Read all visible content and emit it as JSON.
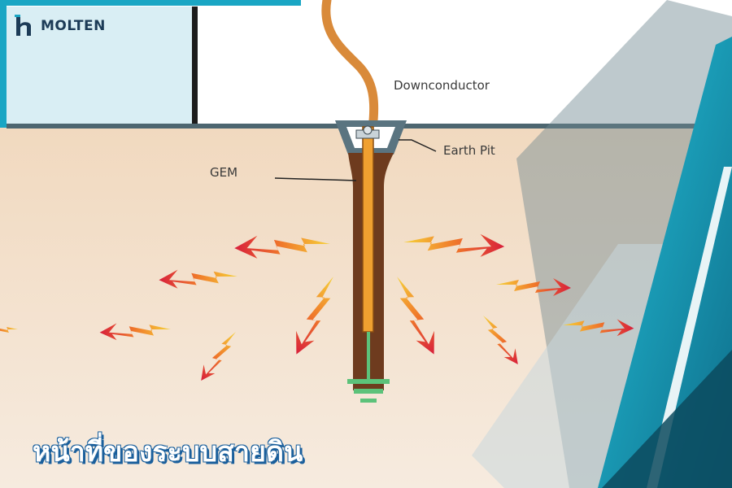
{
  "brand": {
    "name": "MOLTEN",
    "mark_icon": "molten-h-logo-icon"
  },
  "labels": {
    "downconductor": "Downconductor",
    "earth_pit": "Earth Pit",
    "gem": "GEM"
  },
  "headline": "หน้าที่ของระบบสายดิน",
  "colors": {
    "soil": "#f3e2cf",
    "ground_line": "#4d6670",
    "wire": "#d98a3a",
    "rod": "#f0a030",
    "gem_fill": "#6e3b1e",
    "accent_teal": "#1aa6c4",
    "ground_symbol": "#5cc27a",
    "headline_outline": "#1a5f9c"
  }
}
